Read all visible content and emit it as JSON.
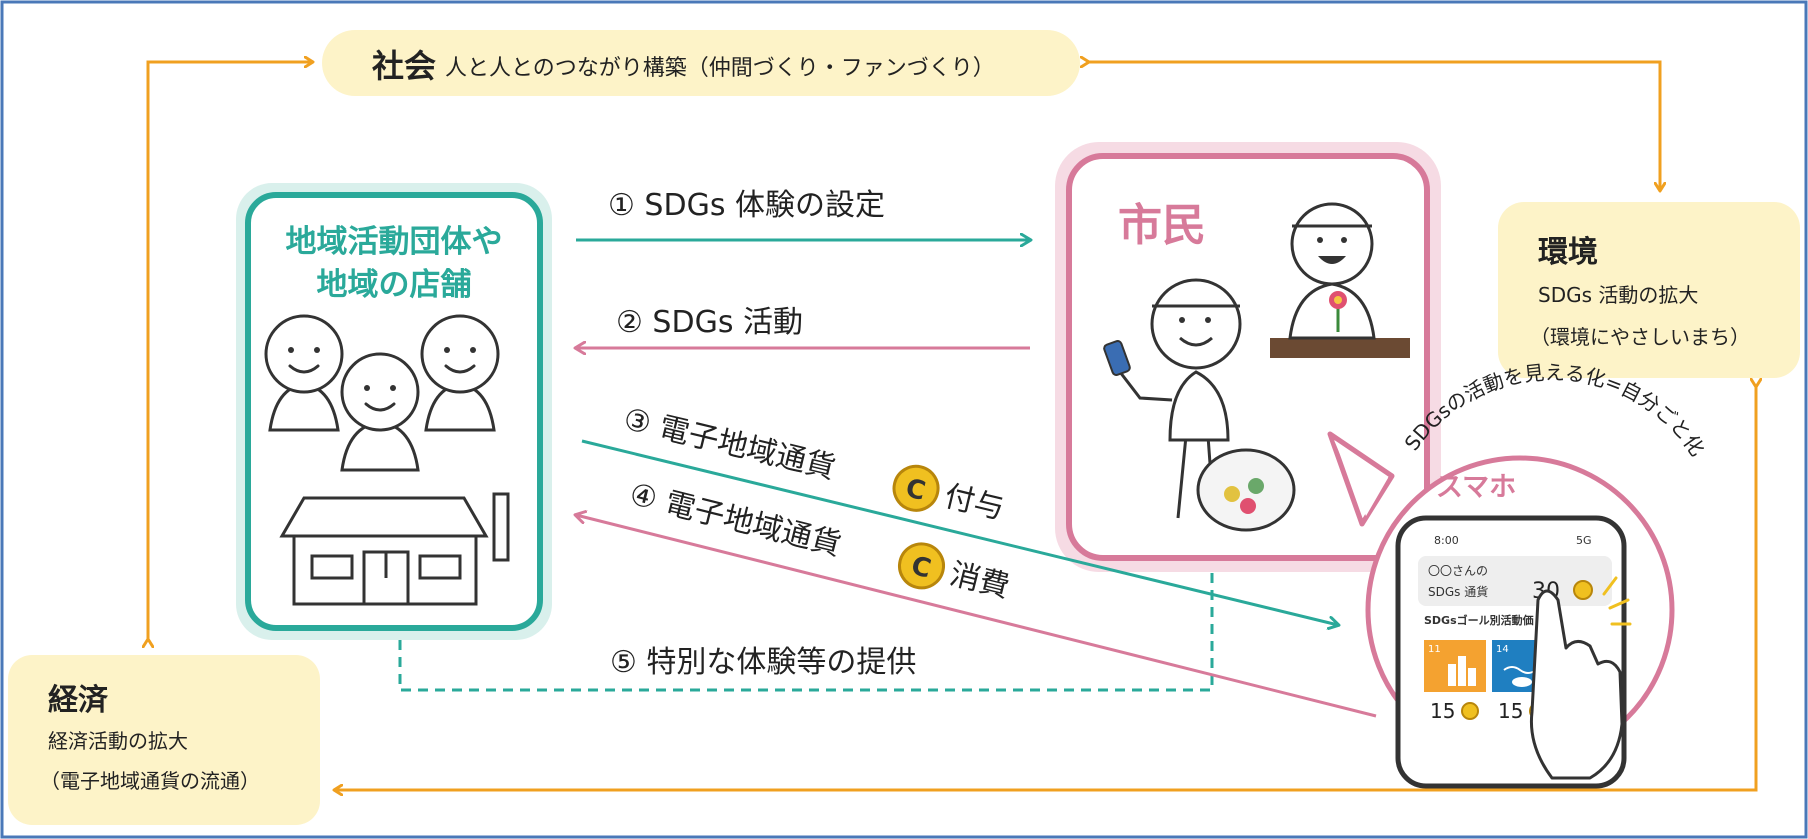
{
  "society": {
    "title": "社会",
    "text": "人と人とのつながり構築（仲間づくり・ファンづくり）"
  },
  "economy": {
    "title": "経済",
    "line1": "経済活動の拡大",
    "line2": "（電子地域通貨の流通）"
  },
  "environment": {
    "title": "環境",
    "line1": "SDGs 活動の拡大",
    "line2": "（環境にやさしいまち）"
  },
  "groups": {
    "line1": "地域活動団体や",
    "line2": "地域の店舗"
  },
  "citizen": {
    "label": "市民"
  },
  "flows": {
    "f1": "① SDGs 体験の設定",
    "f2": "② SDGs 活動",
    "f3_text": "③ 電子地域通貨",
    "f3_suffix": "付与",
    "f4_text": "④ 電子地域通貨",
    "f4_suffix": "消費",
    "f5": "⑤ 特別な体験等の提供",
    "coin": "C"
  },
  "phone": {
    "label": "スマホ",
    "bubble": "SDGsの活動を見える化=自分ごと化",
    "time": "8:00",
    "signal": "5G",
    "owner": "〇〇さんの",
    "currency": "SDGs 通貨",
    "balance": "30",
    "section": "SDGsゴール別活動価",
    "goal1_num": "11",
    "goal1_value": "15",
    "goal2_num": "14",
    "goal2_value": "15"
  },
  "colors": {
    "orange": "#f0a020",
    "teal": "#2aa99a",
    "pink": "#d77a9a",
    "cream": "#fdf3c8"
  }
}
